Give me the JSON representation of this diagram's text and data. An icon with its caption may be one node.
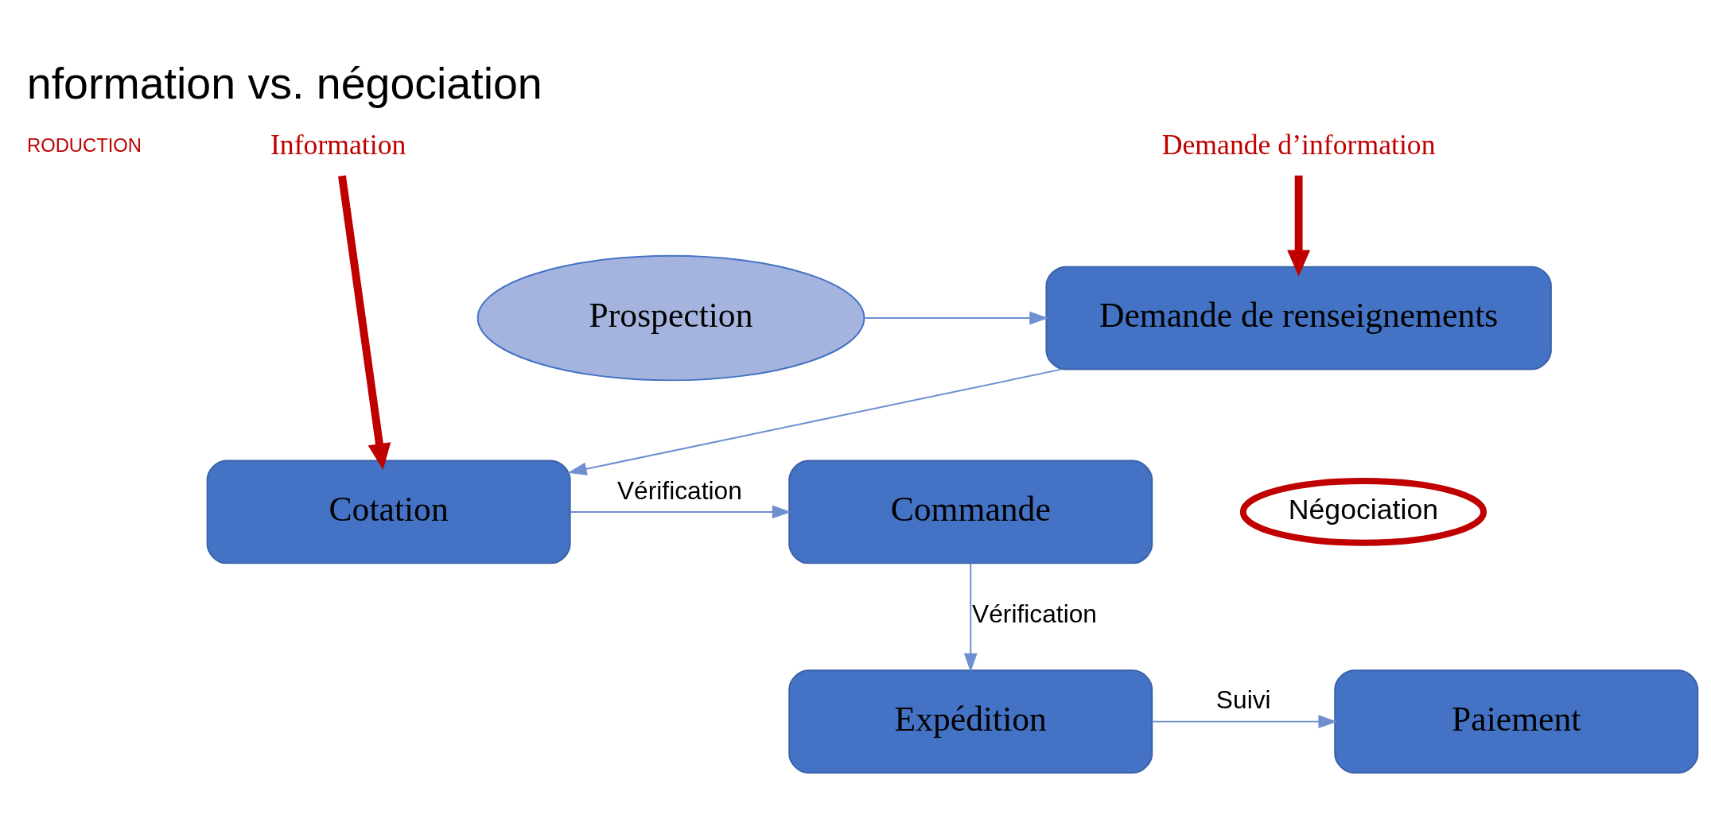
{
  "diagram": {
    "title": "nformation vs. négociation",
    "nodes": [
      {
        "text": [
          "Prospection"
        ]
      },
      {
        "text": [
          "Demande de renseignements"
        ]
      },
      {
        "text": [
          "Cotation"
        ]
      },
      {
        "text": [
          "Commande"
        ]
      },
      {
        "text": [
          "Paiement"
        ]
      },
      {
        "text": [
          "Expédition"
        ]
      },
      {
        "text": [
          "Information"
        ]
      },
      {
        "text": [
          "Demande d’information"
        ]
      },
      {
        "text": [
          "Négociation"
        ]
      }
    ],
    "edges": [
      {
        "from": 0,
        "to": 1,
        "arrow": "to"
      },
      {
        "from": 1,
        "to": 2,
        "arrow": "to"
      },
      {
        "from": 2,
        "to": 3,
        "arrow": "to",
        "label": "Vérification"
      },
      {
        "from": 3,
        "to": 5,
        "arrow": "to",
        "label": "Vérification"
      },
      {
        "from": 5,
        "to": 4,
        "arrow": "to",
        "label": "Suivi"
      },
      {
        "from": 6,
        "to": 2,
        "arrow": "to",
        "style": "thick",
        "color": "#c00000"
      },
      {
        "from": 7,
        "to": 1,
        "arrow": "to",
        "style": "thick",
        "color": "#c00000"
      }
    ],
    "labels": [
      "RODUCTION"
    ]
  }
}
